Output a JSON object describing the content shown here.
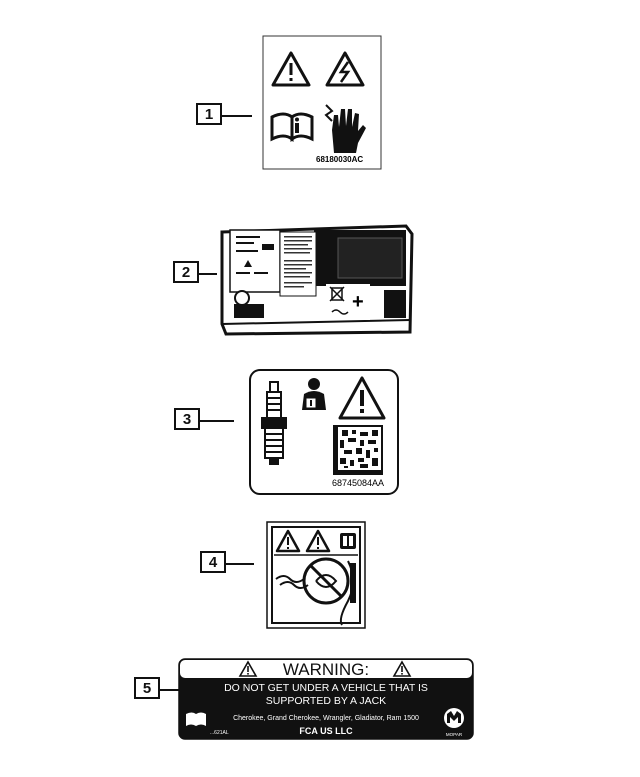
{
  "callouts": [
    {
      "id": "1"
    },
    {
      "id": "2"
    },
    {
      "id": "3"
    },
    {
      "id": "4"
    },
    {
      "id": "5"
    }
  ],
  "label1": {
    "part_number": "68180030AC",
    "icons": [
      "warning-triangle-icon",
      "electric-shock-icon",
      "manual-info-icon",
      "hand-shock-icon"
    ]
  },
  "label2": {
    "description": "battery-with-labels",
    "plus_symbol": "+"
  },
  "label3": {
    "part_number": "68745084AA",
    "icons": [
      "spark-plug-icon",
      "technician-manual-icon",
      "warning-triangle-icon",
      "data-matrix-code"
    ]
  },
  "label4": {
    "icons": [
      "warning-triangle-icon",
      "warning-triangle-icon",
      "manual-icon",
      "no-fan-hand-icon"
    ]
  },
  "label5": {
    "header": "WARNING:",
    "line1": "DO NOT GET UNDER A VEHICLE THAT IS",
    "line2": "SUPPORTED BY A JACK",
    "models": "Cherokee, Grand Cherokee, Wrangler, Gladiator, Ram 1500",
    "part_number": "...621AL",
    "company": "FCA US LLC",
    "brand": "MOPAR"
  }
}
